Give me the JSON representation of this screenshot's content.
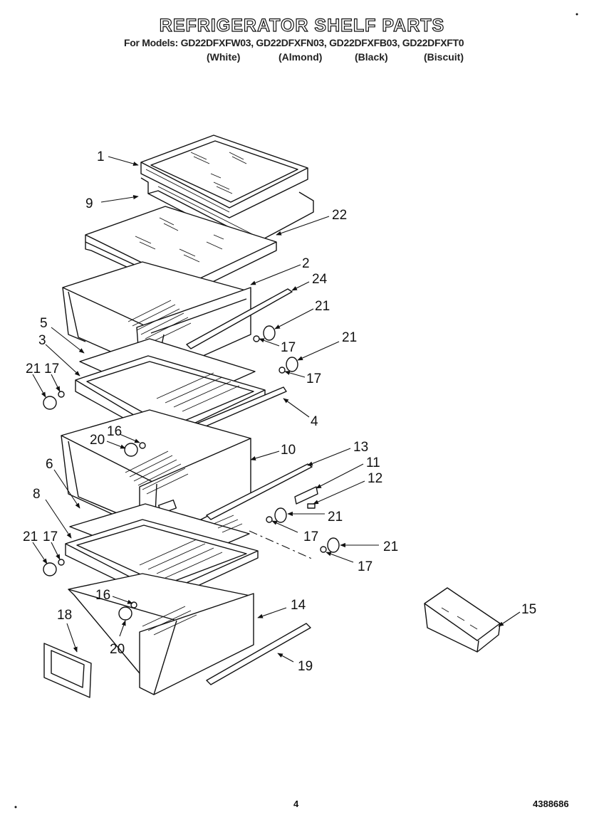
{
  "title": "REFRIGERATOR SHELF PARTS",
  "models_line": "For Models: GD22DFXFW03, GD22DFXFN03, GD22DFXFB03, GD22DFXFT0",
  "colors": [
    "(White)",
    "(Almond)",
    "(Black)",
    "(Biscuit)"
  ],
  "callouts": {
    "c1": "1",
    "c9": "9",
    "c22": "22",
    "c2": "2",
    "c24": "24",
    "c21a": "21",
    "c21b": "21",
    "c21c": "21",
    "c21d": "21",
    "c21e": "21",
    "c21f": "21",
    "c17a": "17",
    "c17b": "17",
    "c17c": "17",
    "c17d": "17",
    "c17e": "17",
    "c17f": "17",
    "c5": "5",
    "c3": "3",
    "c4": "4",
    "c16a": "16",
    "c16b": "16",
    "c20a": "20",
    "c20b": "20",
    "c10": "10",
    "c13": "13",
    "c11": "11",
    "c12": "12",
    "c6": "6",
    "c8": "8",
    "c14": "14",
    "c15": "15",
    "c18": "18",
    "c19": "19"
  },
  "page_number": "4",
  "document_number": "4388686"
}
